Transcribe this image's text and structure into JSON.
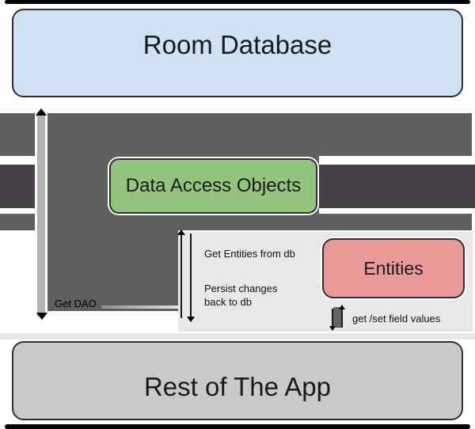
{
  "diagram": {
    "room_database": {
      "label": "Room Database"
    },
    "dao": {
      "label": "Data Access Objects"
    },
    "entities": {
      "label": "Entities"
    },
    "rest_of_app": {
      "label": "Rest of The App"
    },
    "annotations": {
      "get_dao": "Get DAO",
      "get_entities_from_db": "Get Entities from db",
      "persist_changes_line1": "Persist changes",
      "persist_changes_line2": "back to db",
      "get_set_field_values": "get /set field values"
    },
    "colors": {
      "room_fill": "#cfe2f3",
      "dao_fill": "#93c47d",
      "entities_fill": "#ea9999",
      "rest_fill": "#c9c9c9",
      "arrow_gray": "#5f5f5f",
      "arrow_dark": "#474147",
      "get_dao_bar": "#b3b3b3",
      "panel_gray": "#e8e8e8",
      "border_dark": "#2f2f2f"
    }
  }
}
